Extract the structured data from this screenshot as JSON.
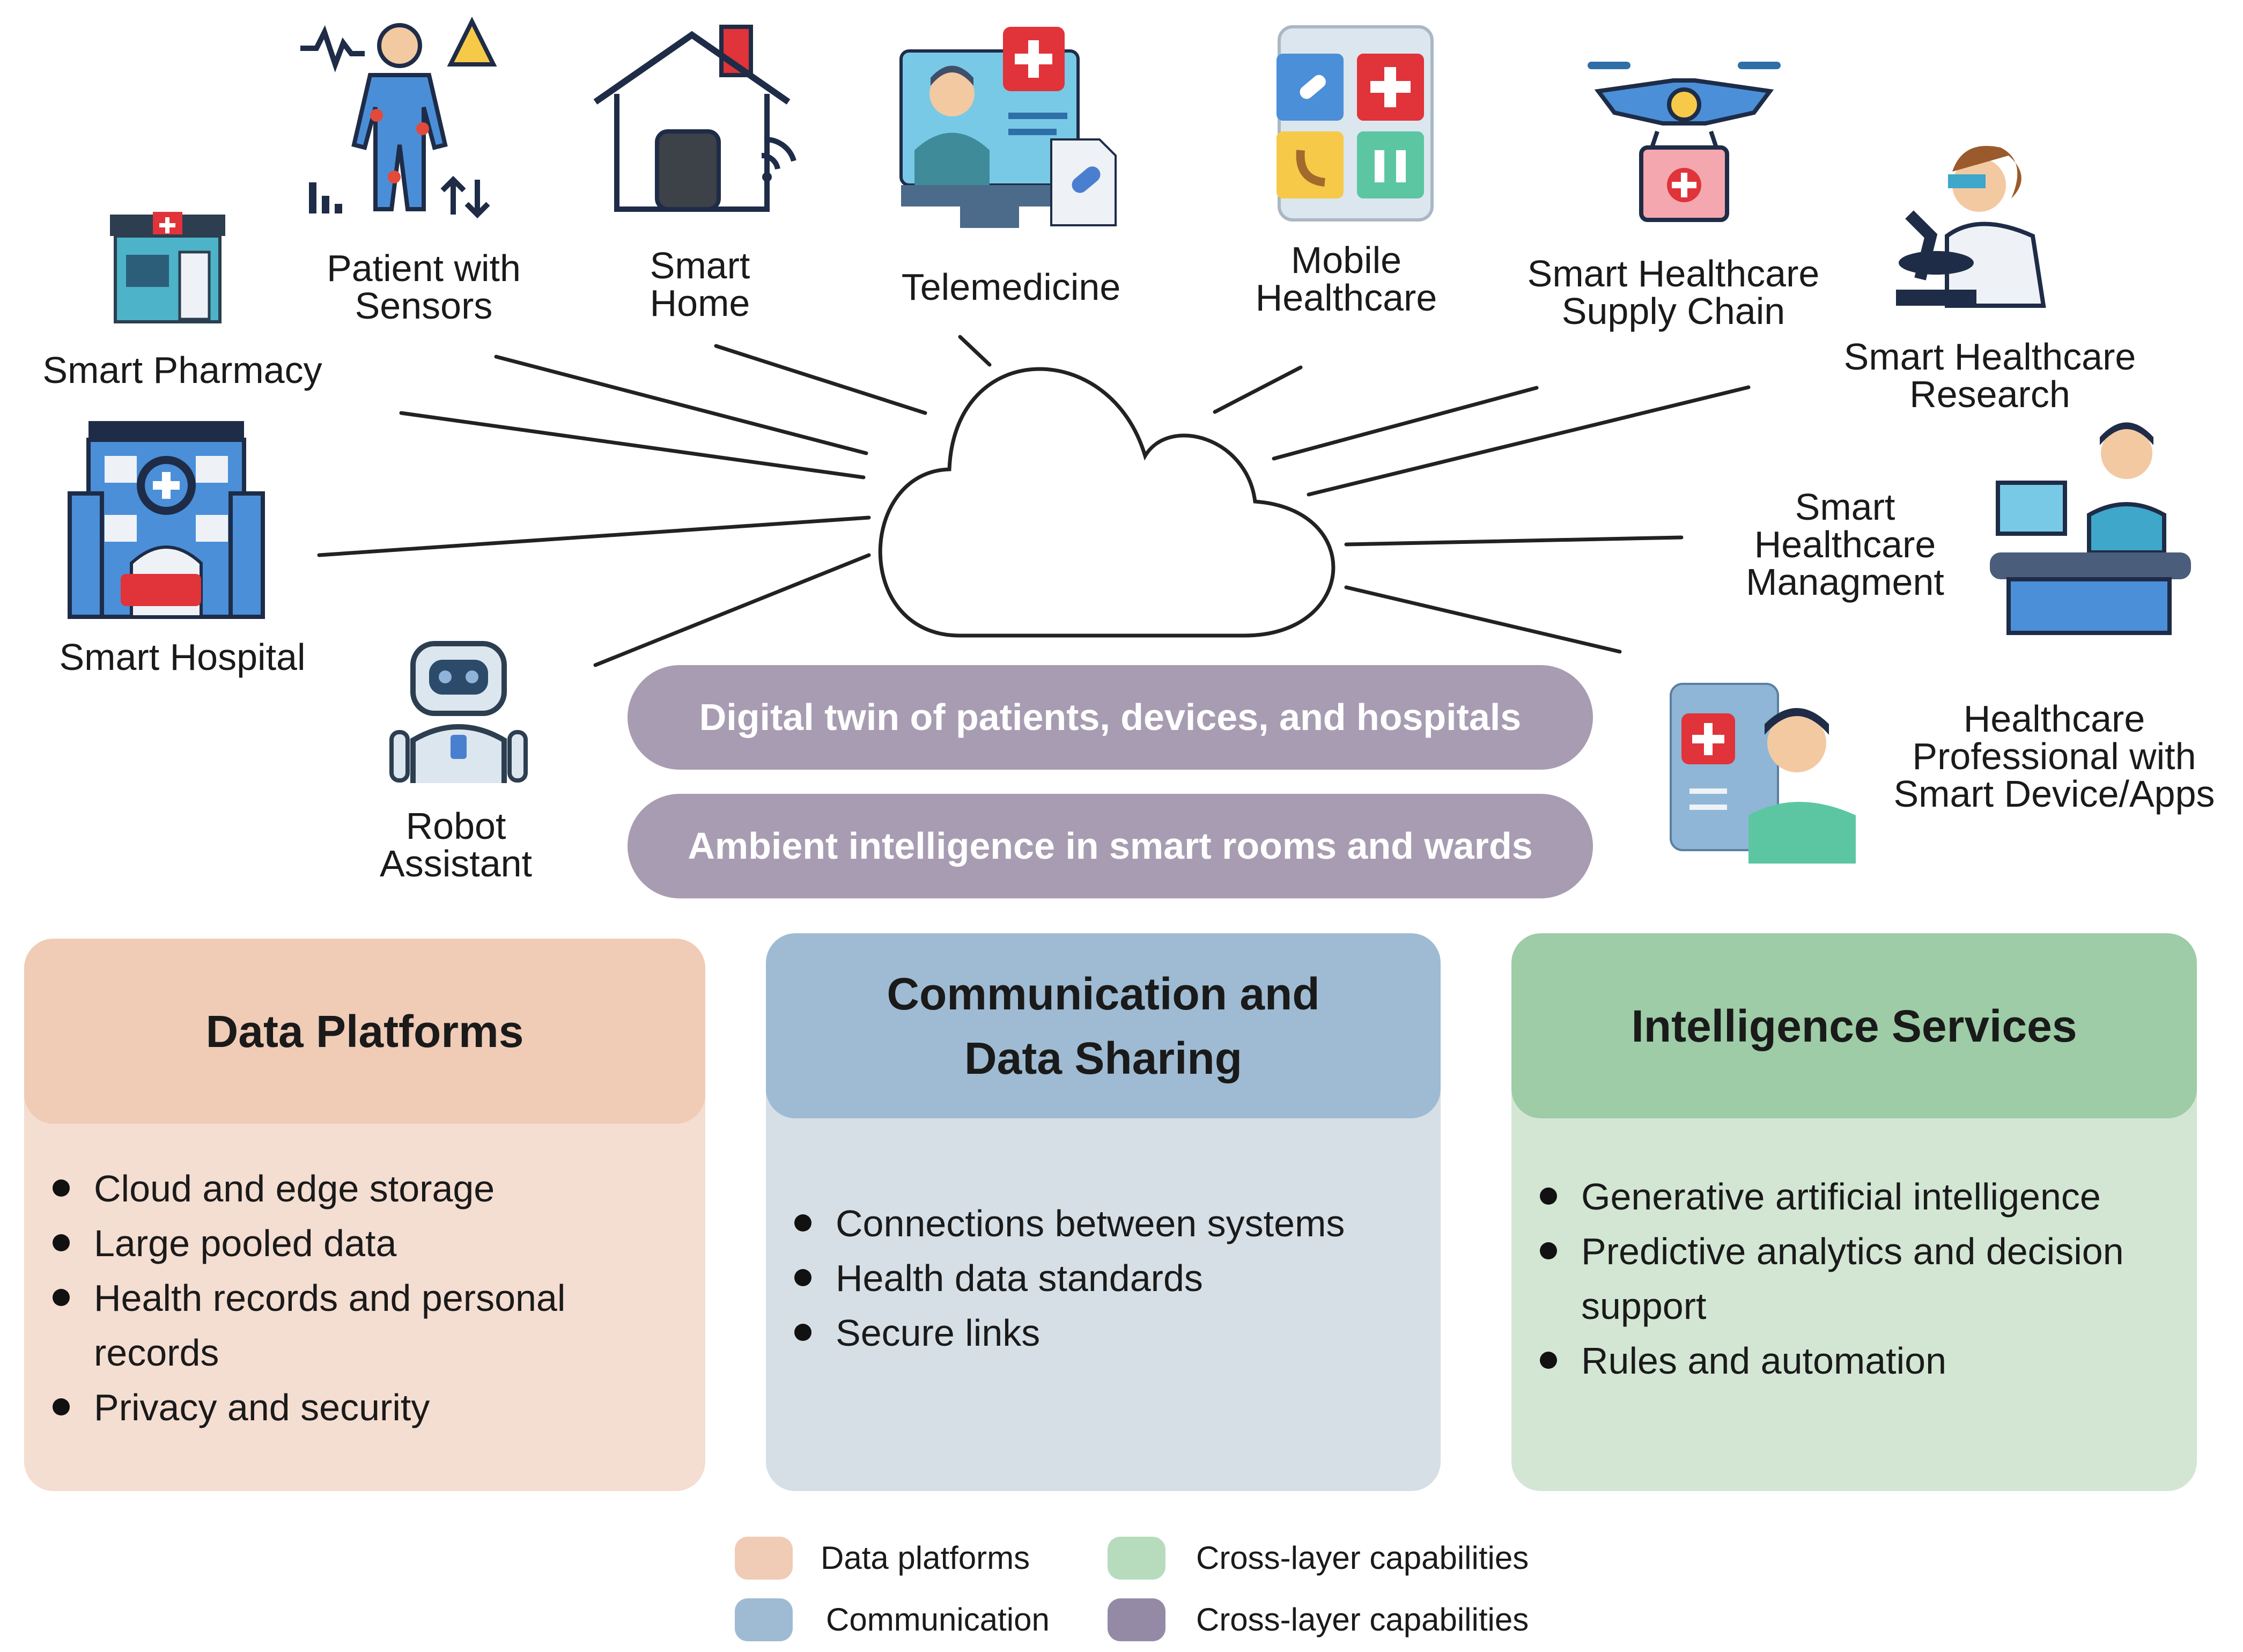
{
  "colors": {
    "data_platforms_head": "#f0cbb6",
    "data_platforms_body": "#f4ddd1",
    "communication_head": "#9fbbd3",
    "communication_body": "#d6dfe6",
    "intelligence_head": "#9dcca6",
    "intelligence_body": "#d3e6d4",
    "pill": "#a89cb2",
    "legend_purple": "#958aa6"
  },
  "nodes": {
    "patient_with_sensors": "Patient with\nSensors",
    "smart_home": "Smart\nHome",
    "telemedicine": "Telemedicine",
    "mobile_healthcare": "Mobile\nHealthcare",
    "supply_chain": "Smart Healthcare\nSupply Chain",
    "research": "Smart Healthcare\nResearch",
    "smart_pharmacy": "Smart Pharmacy",
    "smart_hospital": "Smart Hospital",
    "robot_assistant": "Robot\nAssistant",
    "management": "Smart\nHealthcare\nManagment",
    "professional": "Healthcare\nProfessional with\nSmart Device/Apps"
  },
  "pills": {
    "digital_twin": "Digital twin of patients, devices, and hospitals",
    "ambient": "Ambient intelligence in smart rooms and wards"
  },
  "boxes": {
    "data_platforms": {
      "title_lines": [
        "Data Platforms"
      ],
      "items": [
        "Cloud and edge storage",
        "Large pooled data",
        "Health records and personal records",
        "Privacy and security"
      ]
    },
    "communication": {
      "title_lines": [
        "Communication and",
        "Data Sharing"
      ],
      "items": [
        "Connections between systems",
        "Health data standards",
        "Secure links"
      ]
    },
    "intelligence": {
      "title_lines": [
        "Intelligence Services"
      ],
      "items": [
        "Generative artificial intelligence",
        "Predictive analytics and decision support",
        "Rules and automation"
      ]
    }
  },
  "legend": {
    "data_platforms": "Data platforms",
    "communication": "Communication",
    "cross_layer_green": "Cross-layer capabilities",
    "cross_layer_purple": "Cross-layer capabilities"
  }
}
